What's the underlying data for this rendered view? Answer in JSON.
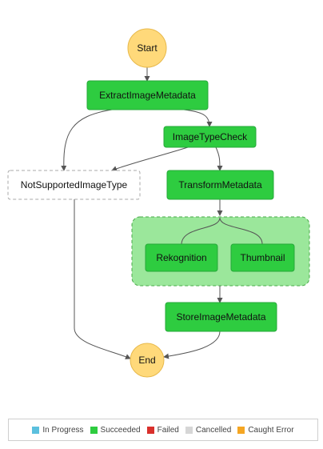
{
  "nodes": {
    "start": "Start",
    "extract": "ExtractImageMetadata",
    "check": "ImageTypeCheck",
    "not_supported": "NotSupportedImageType",
    "transform": "TransformMetadata",
    "rekognition": "Rekognition",
    "thumbnail": "Thumbnail",
    "store": "StoreImageMetadata",
    "end": "End"
  },
  "legend": [
    {
      "label": "In Progress",
      "color": "#5bc0de"
    },
    {
      "label": "Succeeded",
      "color": "#2ecc40"
    },
    {
      "label": "Failed",
      "color": "#d9302c"
    },
    {
      "label": "Cancelled",
      "color": "#d6d6d6"
    },
    {
      "label": "Caught Error",
      "color": "#f5a623"
    }
  ],
  "colors": {
    "succeeded": "#2ecc40",
    "start_end": "#ffd97a",
    "start_end_stroke": "#e8b94b",
    "parallel_bg": "#9be79b"
  }
}
